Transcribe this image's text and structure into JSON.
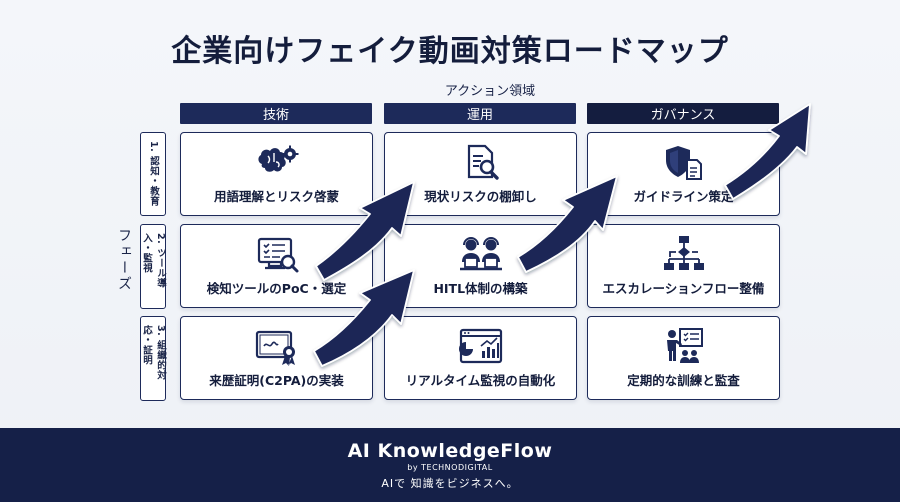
{
  "title": "企業向けフェイク動画対策ロードマップ",
  "axis_x_label": "アクション領域",
  "axis_y_label": "フェーズ",
  "columns": [
    "技術",
    "運用",
    "ガバナンス"
  ],
  "rows": [
    "1. 認知・教育",
    "2. ツール導入・監視",
    "3. 組織的対応・証明"
  ],
  "cells": [
    [
      {
        "label": "用語理解とリスク啓蒙",
        "icon": "brain-gear-icon"
      },
      {
        "label": "現状リスクの棚卸し",
        "icon": "document-search-icon"
      },
      {
        "label": "ガイドライン策定",
        "icon": "shield-document-icon"
      }
    ],
    [
      {
        "label": "検知ツールのPoC・選定",
        "icon": "monitor-checklist-icon"
      },
      {
        "label": "HITL体制の構築",
        "icon": "operators-headset-icon"
      },
      {
        "label": "エスカレーションフロー整備",
        "icon": "flowchart-icon"
      }
    ],
    [
      {
        "label": "来歴証明(C2PA)の実装",
        "icon": "certificate-icon"
      },
      {
        "label": "リアルタイム監視の自動化",
        "icon": "dashboard-chart-icon"
      },
      {
        "label": "定期的な訓練と監査",
        "icon": "presentation-training-icon"
      }
    ]
  ],
  "colors": {
    "navy": "#1d2a5a",
    "navy_dark": "#141d3f",
    "footer": "#152048"
  },
  "footer": {
    "brand": "AI KnowledgeFlow",
    "by": "by TECHNODIGITAL",
    "tagline": "AIで 知識をビジネスへ。"
  }
}
